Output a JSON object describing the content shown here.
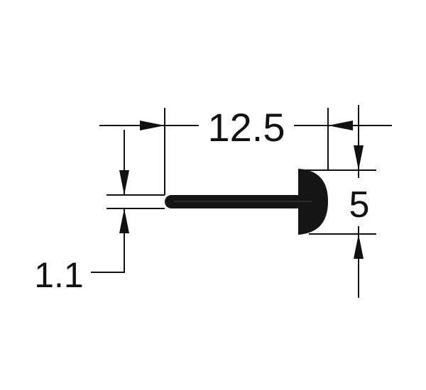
{
  "drawing": {
    "width_dimension": "12.5",
    "head_height_dimension": "5",
    "stem_thickness_dimension": "1.1"
  }
}
